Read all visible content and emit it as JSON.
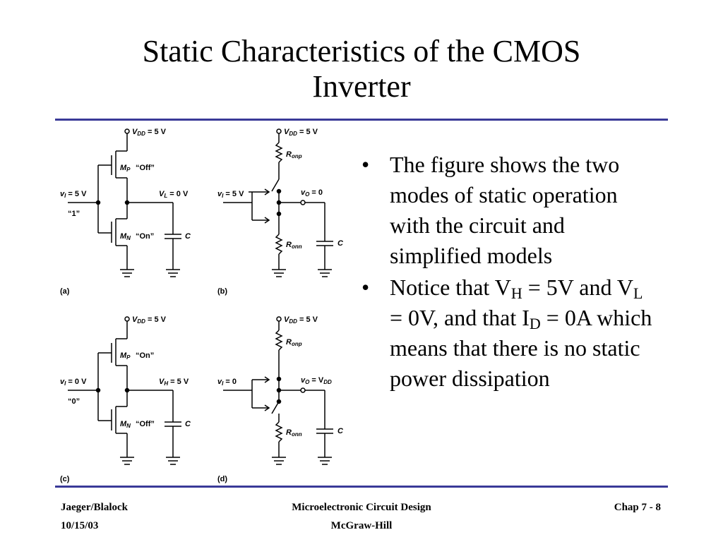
{
  "slide": {
    "title_line1": "Static Characteristics of the CMOS",
    "title_line2": "Inverter"
  },
  "figure": {
    "labels": {
      "vdd": "V",
      "vdd_sub": "DD",
      "eq5v": " = 5 V",
      "mp": "M",
      "mp_sub": "P",
      "mn": "M",
      "mn_sub": "N",
      "off": "“Off”",
      "on": "“On”",
      "c": "C",
      "vi": "v",
      "vi_sub": "I",
      "eq0": " = 0",
      "eq0v": " = 0 V",
      "vo": "v",
      "vo_sub": "O",
      "vl": "V",
      "vl_sub": "L",
      "vh": "V",
      "vh_sub": "H",
      "r": "R",
      "ronp_sub": "onp",
      "ronn_sub": "onn",
      "logic1": "“1”",
      "logic0": "“0”",
      "eqvdd": " = V",
      "dd": "DD",
      "a": "(a)",
      "b": "(b)",
      "c_tag": "(c)",
      "d": "(d)"
    }
  },
  "bullets": [
    {
      "text": "The figure shows the two modes of static operation with the circuit and simplified models"
    },
    {
      "p1": "Notice that V",
      "s1": "H",
      "p2": " = 5V and V",
      "s2": "L",
      "p3": " = 0V, and that I",
      "s3": "D",
      "p4": " = 0A which means that there is no static power dissipation"
    }
  ],
  "footer": {
    "left_line1": "Jaeger/Blalock",
    "left_line2": "10/15/03",
    "center_line1": "Microelectronic Circuit Design",
    "center_line2": "McGraw-Hill",
    "right": "Chap 7 - 8"
  },
  "colors": {
    "rule": "#3a3a98",
    "text": "#000000",
    "background": "#ffffff"
  }
}
